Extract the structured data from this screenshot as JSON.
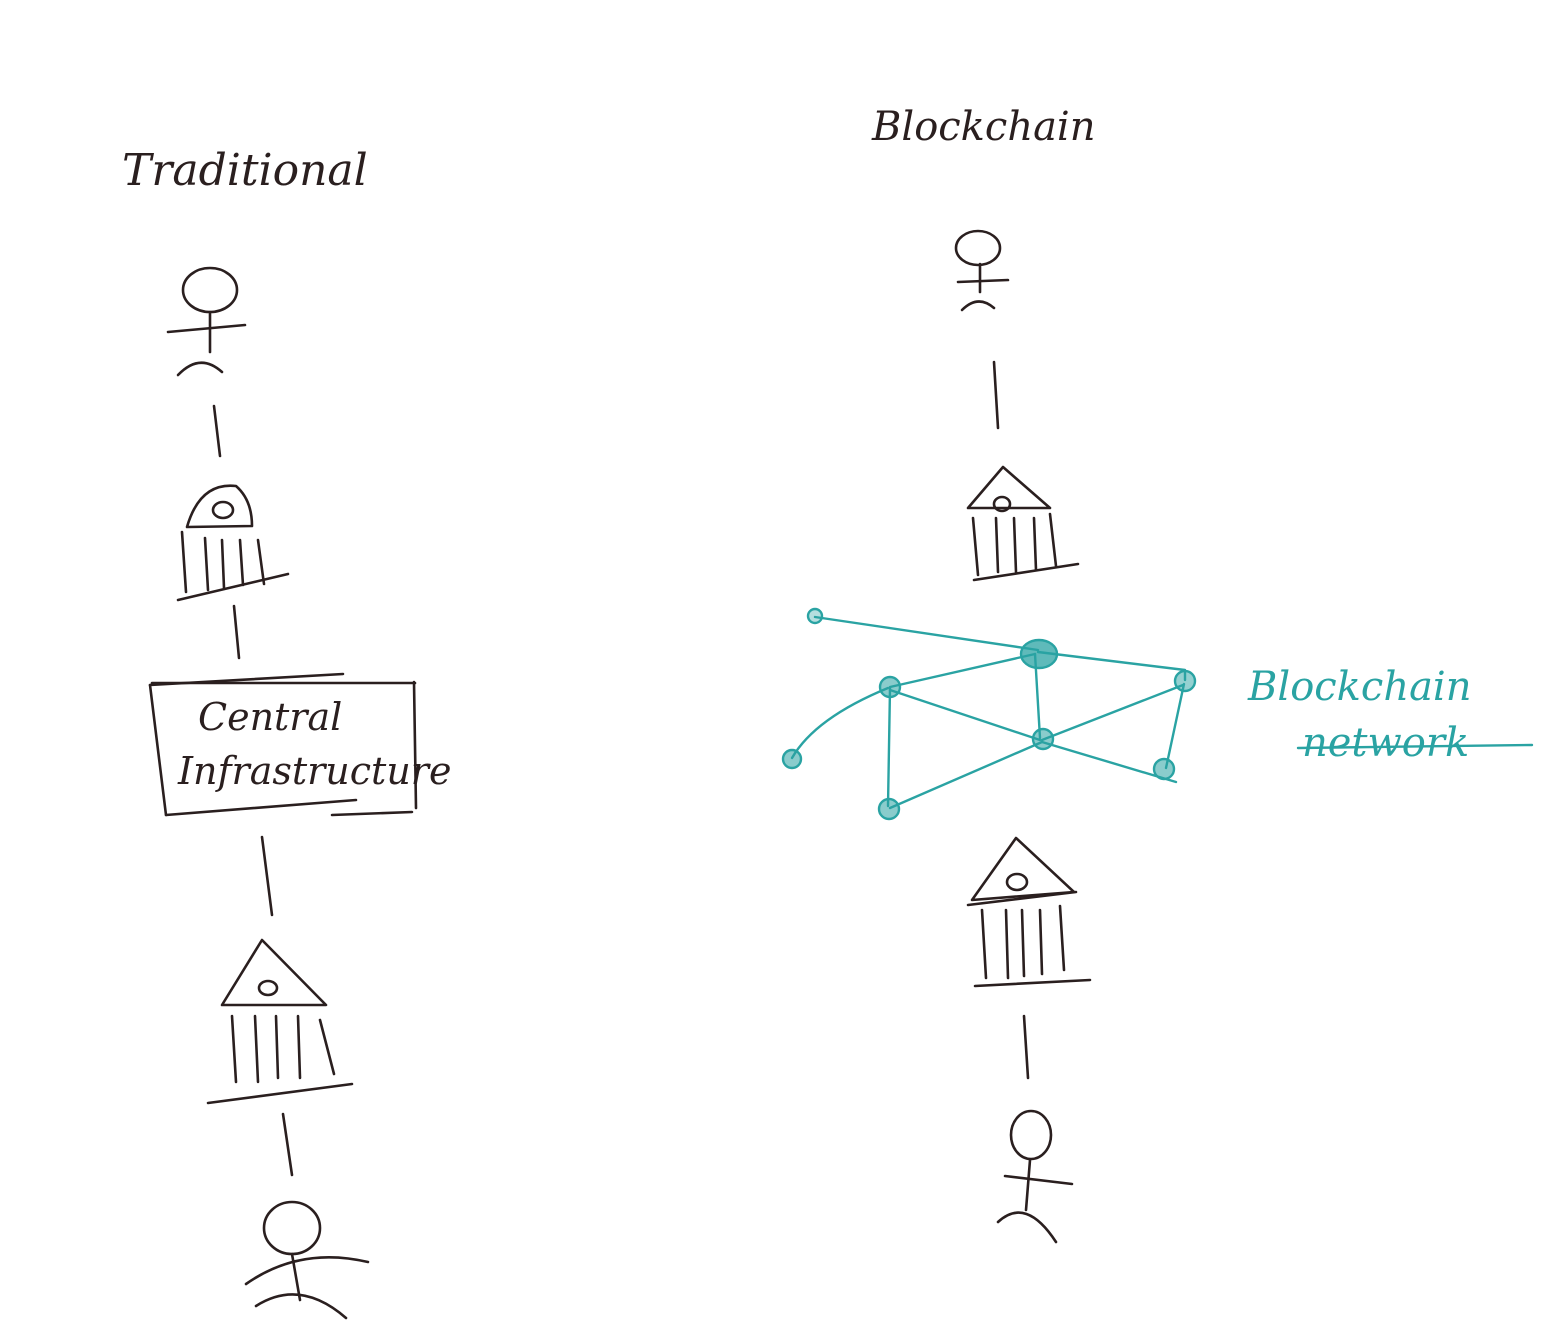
{
  "colors": {
    "ink": "#2a1f1f",
    "network": "#2aa3a3",
    "background": "#ffffff"
  },
  "titles": {
    "traditional": "Traditional",
    "blockchain": "Blockchain"
  },
  "central_box": {
    "line1": "Central",
    "line2": "Infrastructure"
  },
  "network_label": {
    "line1": "Blockchain",
    "line2": "network"
  },
  "icons": [
    "person-icon",
    "bank-icon",
    "network-node-icon"
  ]
}
